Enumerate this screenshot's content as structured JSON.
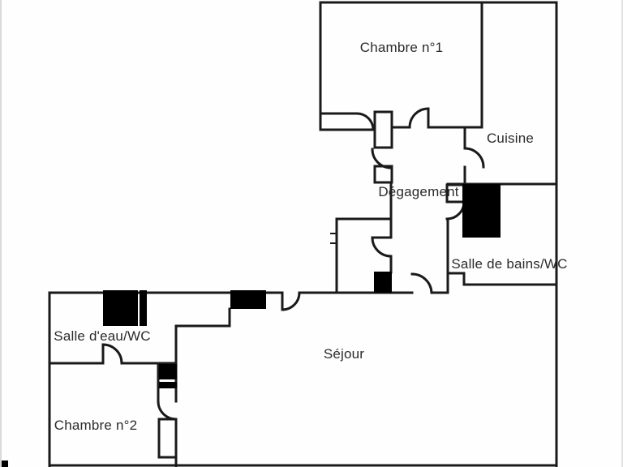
{
  "plan": {
    "rooms": [
      {
        "id": "chambre-1",
        "label": "Chambre n°1"
      },
      {
        "id": "cuisine",
        "label": "Cuisine"
      },
      {
        "id": "degagement",
        "label": "Dégagement"
      },
      {
        "id": "salle-de-bains",
        "label": "Salle de bains/WC"
      },
      {
        "id": "salle-eau",
        "label": "Salle d'eau/WC"
      },
      {
        "id": "sejour",
        "label": "Séjour"
      },
      {
        "id": "chambre-2",
        "label": "Chambre n°2"
      }
    ],
    "colors": {
      "wall": "#1a1a1a",
      "fixture_fill": "#000000",
      "label_text": "#2b2b2b",
      "background": "#fefefe"
    }
  }
}
